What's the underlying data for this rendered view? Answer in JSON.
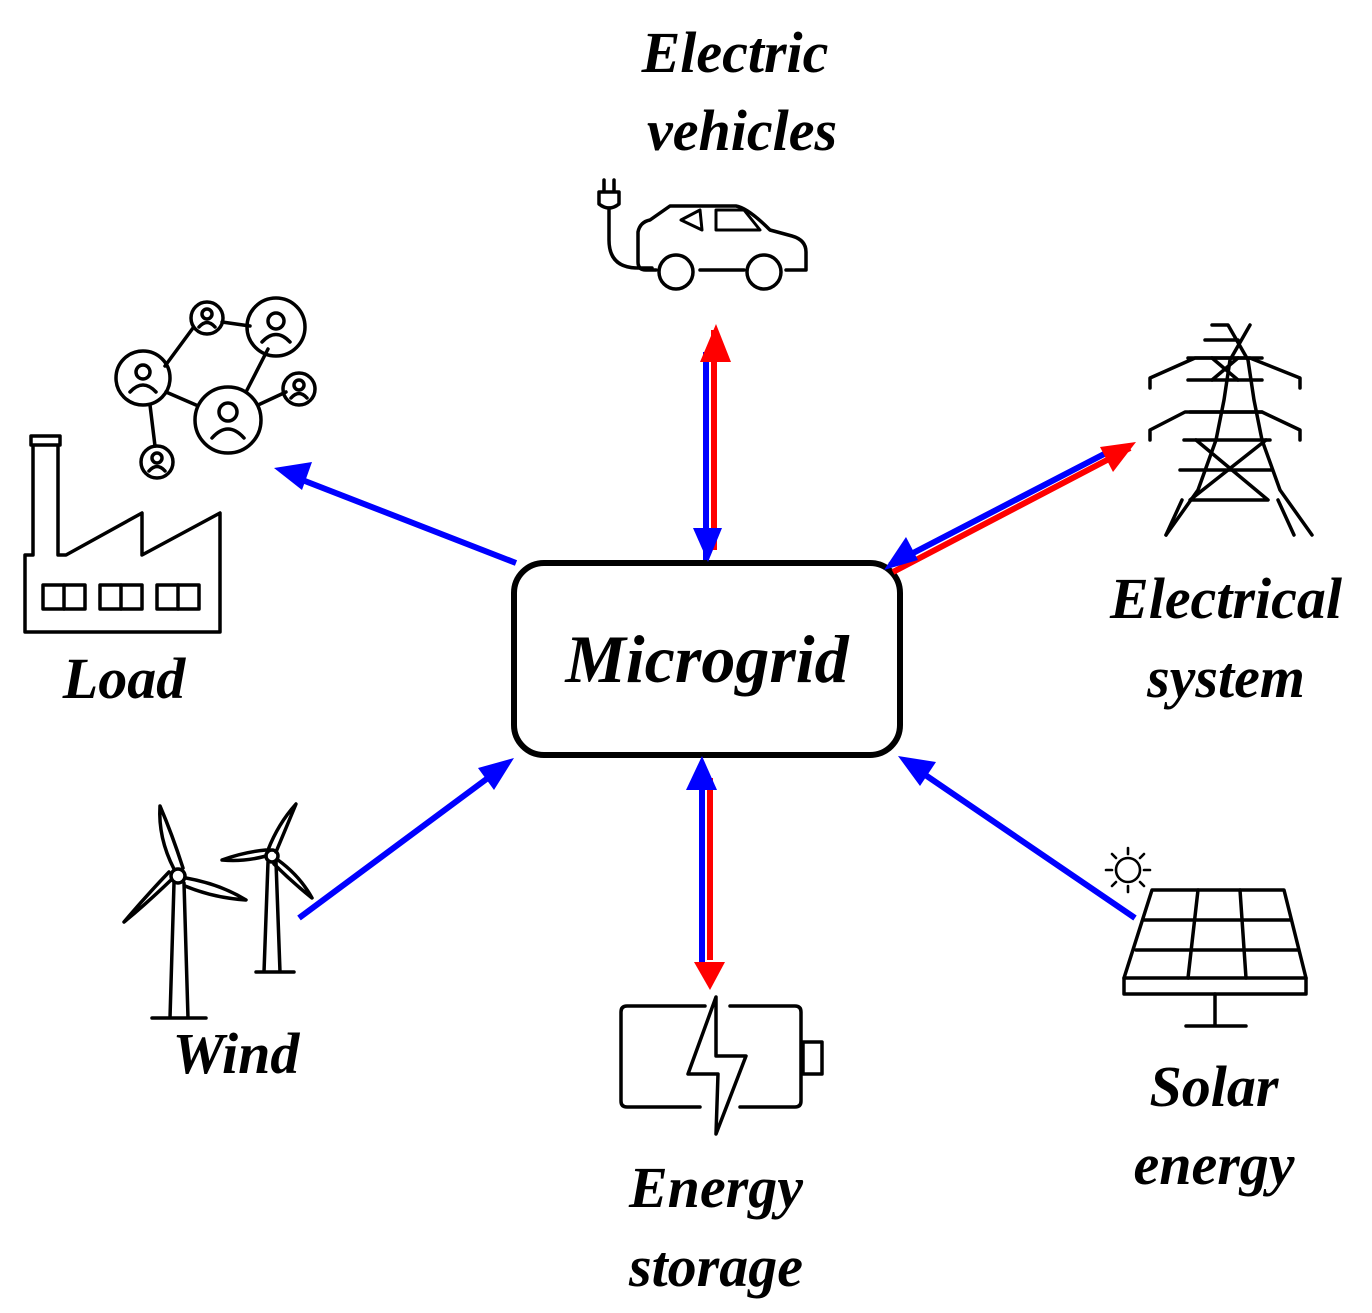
{
  "center": {
    "label": "Microgrid"
  },
  "nodes": {
    "ev": {
      "line1": "Electric",
      "line2": "vehicles",
      "icon": "electric-car-icon"
    },
    "grid": {
      "line1": "Electrical",
      "line2": "system",
      "icon": "transmission-tower-icon"
    },
    "load": {
      "line1": "Load",
      "icon": "factory-icon"
    },
    "wind": {
      "line1": "Wind",
      "icon": "wind-turbine-icon"
    },
    "storage": {
      "line1": "Energy",
      "line2": "storage",
      "icon": "battery-icon"
    },
    "solar": {
      "line1": "Solar",
      "line2": "energy",
      "icon": "solar-panel-icon"
    }
  },
  "colors": {
    "flow_blue": "#0000ff",
    "flow_red": "#ff0000",
    "stroke": "#000000"
  }
}
